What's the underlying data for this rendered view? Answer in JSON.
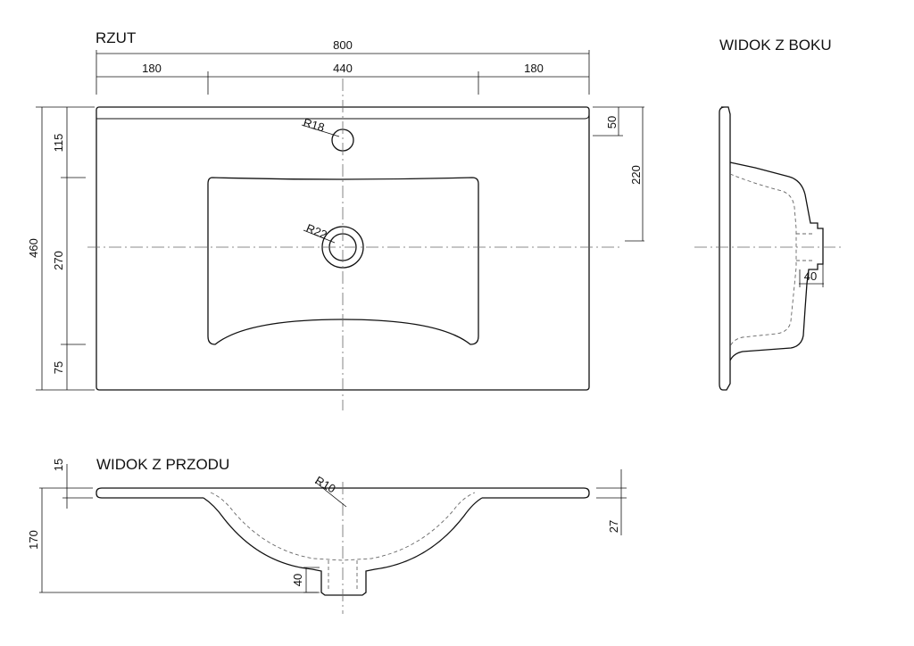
{
  "views": {
    "top": "RZUT",
    "side": "WIDOK Z BOKU",
    "front": "WIDOK Z PRZODU"
  },
  "dims": {
    "overall_width": "800",
    "left_margin": "180",
    "bowl_width": "440",
    "right_margin": "180",
    "overall_depth": "460",
    "front_depth_top": "115",
    "bowl_depth": "270",
    "back_depth": "75",
    "rim_band": "50",
    "drain_offset": "220",
    "tap_hole_radius": "R18",
    "drain_radius": "R22",
    "side_outlet": "40",
    "rim_thickness": "15",
    "total_height": "170",
    "front_outlet": "40",
    "bowl_radius": "R10",
    "right_height": "27"
  }
}
